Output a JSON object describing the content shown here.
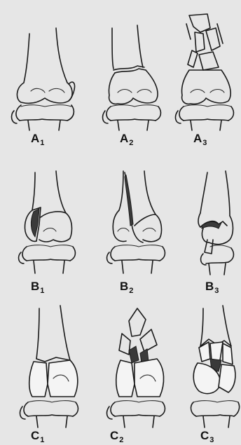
{
  "figure": {
    "panels": [
      {
        "letter": "A",
        "index": "1"
      },
      {
        "letter": "A",
        "index": "2"
      },
      {
        "letter": "A",
        "index": "3"
      },
      {
        "letter": "B",
        "index": "1"
      },
      {
        "letter": "B",
        "index": "2"
      },
      {
        "letter": "B",
        "index": "3"
      },
      {
        "letter": "C",
        "index": "1"
      },
      {
        "letter": "C",
        "index": "2"
      },
      {
        "letter": "C",
        "index": "3"
      }
    ]
  }
}
